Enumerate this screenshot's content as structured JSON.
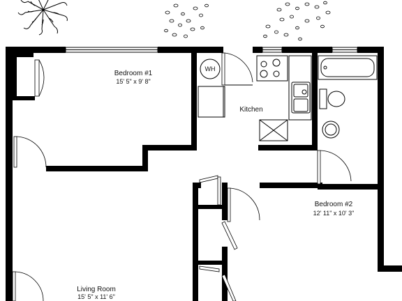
{
  "rooms": {
    "bedroom1": {
      "name": "Bedroom #1",
      "dims": "15' 5\" x 9' 8\""
    },
    "kitchen": {
      "name": "Kitchen"
    },
    "bedroom2": {
      "name": "Bedroom #2",
      "dims": "12' 11\" x 10' 3\""
    },
    "living": {
      "name": "Living Room",
      "dims": "15' 5\" x 11' 6\""
    }
  },
  "fixtures": {
    "water_heater": "WH"
  },
  "colors": {
    "wall": "#000000",
    "background": "#ffffff"
  }
}
